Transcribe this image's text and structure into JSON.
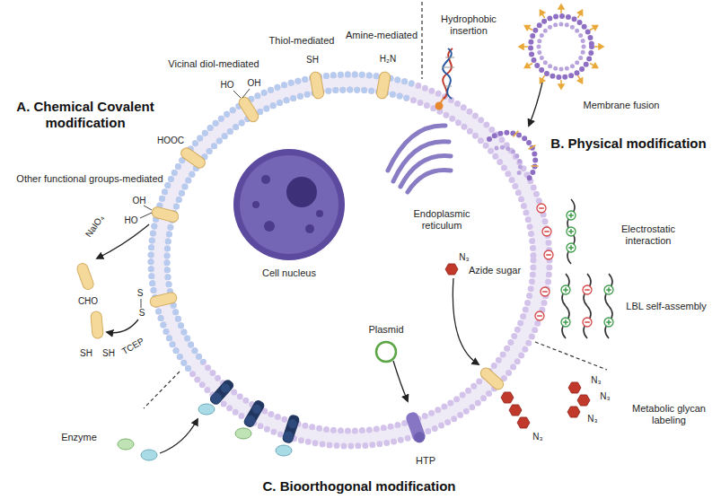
{
  "diagram": {
    "labels": [
      "A. Chemical Covalent modification",
      "Amine-mediated",
      "Thiol-mediated",
      "Vicinal diol-mediated",
      "Other functional groups-mediated",
      "H₂N",
      "SH",
      "HO",
      "OH",
      "HOOC",
      "HO",
      "OH",
      "NaIO₄",
      "CHO",
      "S",
      "S",
      "TCEP",
      "SH",
      "SH",
      "Hydrophobic insertion",
      "Membrane fusion",
      "B. Physical modification",
      "Electrostatic interaction",
      "LBL self-assembly",
      "Metabolic glycan labeling",
      "N₃",
      "Azide sugar",
      "N₃",
      "N₃",
      "N₃",
      "N₃",
      "Plasmid",
      "HTP",
      "Enzyme",
      "Cell nucleus",
      "Endoplasmic reticulum",
      "C. Bioorthogonal modification"
    ]
  }
}
